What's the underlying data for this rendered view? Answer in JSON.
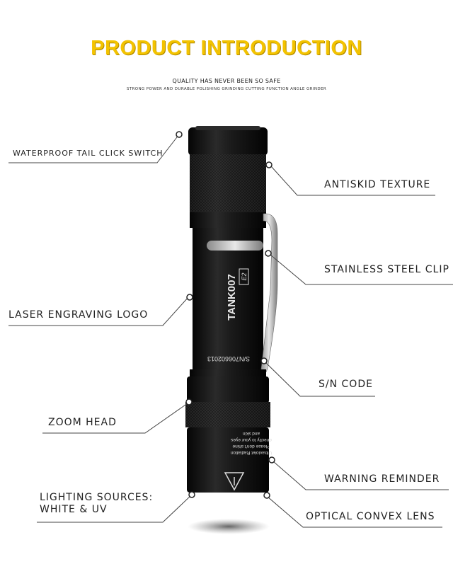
{
  "header": {
    "title": "PRODUCT INTRODUCTION",
    "subtitle": "QUALITY HAS NEVER BEEN SO SAFE",
    "tagline": "STRONG POWER AND DURABLE POLISHING GRINDING CUTTING FUNCTION ANGLE GRINDER"
  },
  "product": {
    "brand": "TANK007",
    "model": "E2",
    "serial": "S/N706602013",
    "warning_line1": "Ultraviolet Radiation",
    "warning_line2": "Please don't shine",
    "warning_line3": "directly to your eyes",
    "warning_line4": "and skin"
  },
  "callouts": {
    "waterproof": "WATERPROOF TAIL CLICK SWITCH",
    "antiskid": "ANTISKID TEXTURE",
    "clip": "STAINLESS STEEL CLIP",
    "laser": "LASER ENGRAVING LOGO",
    "sn": "S/N CODE",
    "zoom": "ZOOM HEAD",
    "warning": "WARNING REMINDER",
    "lighting_line1": "LIGHTING SOURCES:",
    "lighting_line2": "WHITE & UV",
    "lens": "OPTICAL CONVEX LENS"
  },
  "colors": {
    "title": "#f3c300",
    "body": "#141414",
    "line": "#444444"
  }
}
